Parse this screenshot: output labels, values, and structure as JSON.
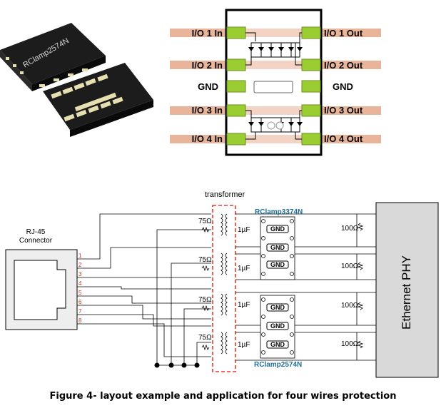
{
  "package": {
    "part_marking": "RClamp2574N"
  },
  "pinout": {
    "left_pins": [
      "I/O 1 In",
      "I/O 2 In",
      "GND",
      "I/O 3 In",
      "I/O 4 In"
    ],
    "right_pins": [
      "I/O 1 Out",
      "I/O 2 Out",
      "GND",
      "I/O 3 Out",
      "I/O 4 Out"
    ]
  },
  "schematic": {
    "transformer_label": "transformer",
    "connector_label_line1": "RJ-45",
    "connector_label_line2": "Connector",
    "pin_numbers": [
      "1",
      "2",
      "3",
      "4",
      "5",
      "6",
      "7",
      "8"
    ],
    "resistor_75": "75Ω",
    "capacitor": "1µF",
    "termination": "100Ω",
    "gnd": "GND",
    "device_top": "RClamp3374N",
    "device_bottom": "RClamp2574N",
    "phy_label": "Ethernet PHY"
  },
  "caption": "Figure 4- layout example and application for four wires protection",
  "colors": {
    "trace": "#e8b49a",
    "pad": "#9acd32",
    "transformer_box": "#e53935",
    "device_label": "#1f6f96"
  }
}
